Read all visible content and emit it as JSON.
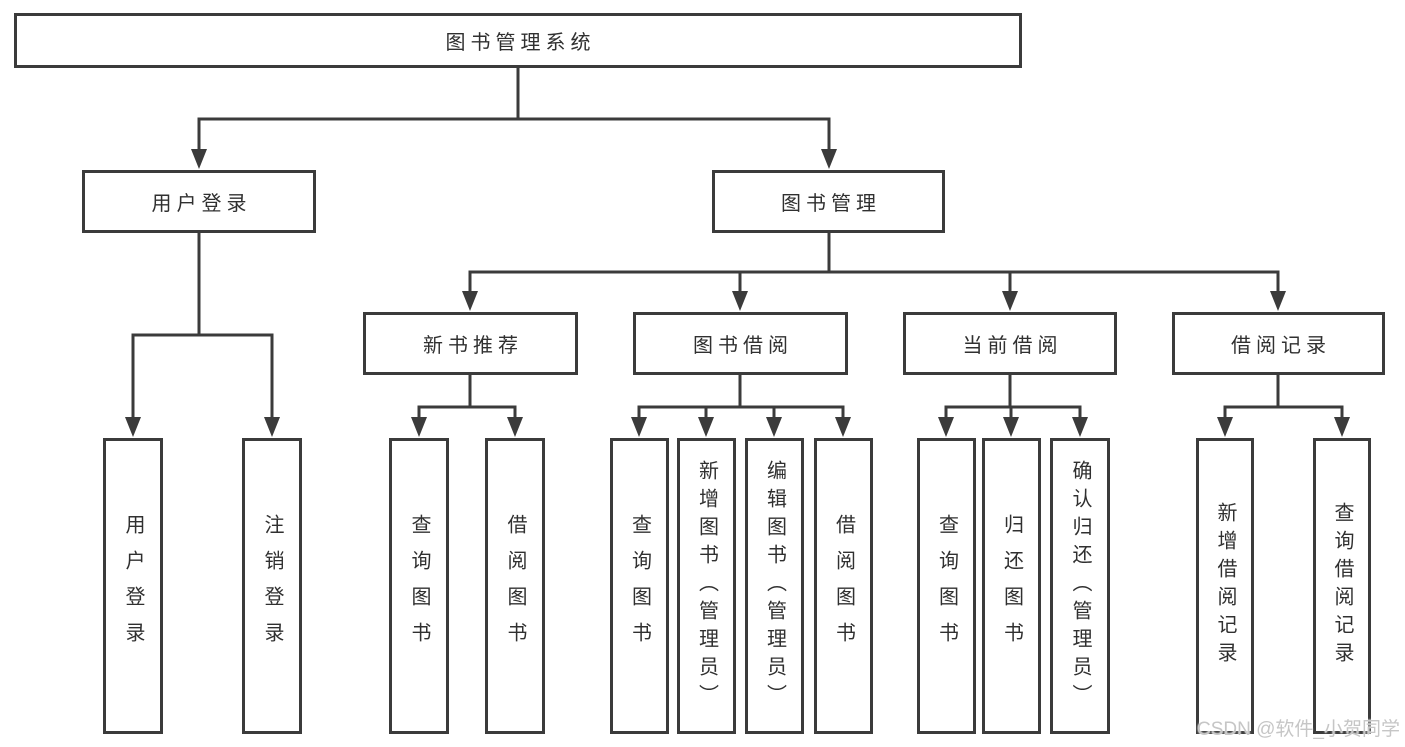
{
  "diagram": {
    "title_note": "library management system feature breakdown diagram",
    "root": {
      "label": "图书管理系统"
    },
    "login": {
      "label": "用户登录",
      "children": [
        {
          "label": "用户登录"
        },
        {
          "label": "注销登录"
        }
      ]
    },
    "management": {
      "label": "图书管理",
      "sections": [
        {
          "label": "新书推荐",
          "children": [
            {
              "label": "查询图书"
            },
            {
              "label": "借阅图书"
            }
          ]
        },
        {
          "label": "图书借阅",
          "children": [
            {
              "label": "查询图书"
            },
            {
              "label": "新增图书（管理员）"
            },
            {
              "label": "编辑图书（管理员）"
            },
            {
              "label": "借阅图书"
            }
          ]
        },
        {
          "label": "当前借阅",
          "children": [
            {
              "label": "查询图书"
            },
            {
              "label": "归还图书"
            },
            {
              "label": "确认归还（管理员）"
            }
          ]
        },
        {
          "label": "借阅记录",
          "children": [
            {
              "label": "新增借阅记录"
            },
            {
              "label": "查询借阅记录"
            }
          ]
        }
      ]
    }
  },
  "watermark": {
    "text": "CSDN @软件_小贺同学"
  },
  "colors": {
    "line": "#3b3b3b",
    "border": "#3b3b3b",
    "text": "#303030",
    "background": "#ffffff",
    "watermark": "#c6c6c6"
  }
}
